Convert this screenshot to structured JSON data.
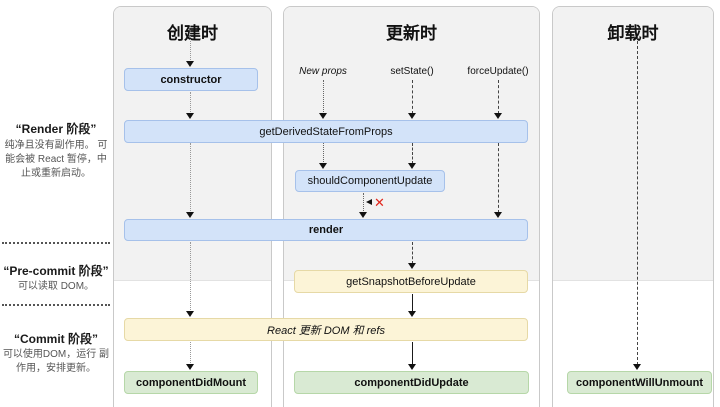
{
  "diagram": {
    "columns": [
      {
        "title": "创建时"
      },
      {
        "title": "更新时"
      },
      {
        "title": "卸载时"
      }
    ],
    "phases": [
      {
        "title": "“Render 阶段”",
        "desc": "纯净且没有副作用。 可能会被 React 暂停，中止或重新启动。"
      },
      {
        "title": "“Pre-commit 阶段”",
        "desc": "可以读取 DOM。"
      },
      {
        "title": "“Commit 阶段”",
        "desc": "可以使用DOM，运行 副作用，安排更新。"
      }
    ],
    "triggers": [
      {
        "label": "New props"
      },
      {
        "label": "setState()"
      },
      {
        "label": "forceUpdate()"
      }
    ],
    "nodes": {
      "constructor": "constructor",
      "get_derived": "getDerivedStateFromProps",
      "should_update": "shouldComponentUpdate",
      "render": "render",
      "get_snapshot": "getSnapshotBeforeUpdate",
      "react_updates": "React 更新 DOM 和 refs",
      "did_mount": "componentDidMount",
      "did_update": "componentDidUpdate",
      "will_unmount": "componentWillUnmount"
    },
    "abort_x": "✕",
    "colors": {
      "blue_fill": "#d3e3f9",
      "blue_border": "#a6c1ea",
      "yellow_fill": "#fcf4d7",
      "yellow_border": "#e6d9a6",
      "green_fill": "#d9ead3",
      "green_border": "#b6d7a8",
      "column_bg": "#f2f2f2",
      "abort_x": "#e0261c"
    }
  }
}
